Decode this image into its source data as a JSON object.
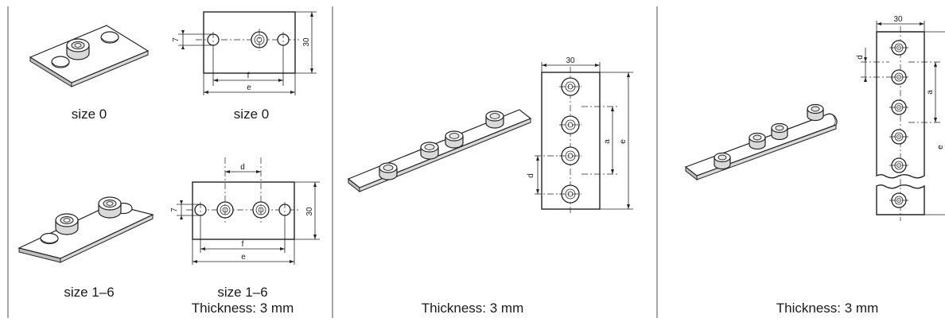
{
  "captions": {
    "p1_iso_top": "size 0",
    "p1_draw_top": "size 0",
    "p1_iso_bottom": "size 1–6",
    "p1_draw_bottom": "size 1–6",
    "p1_thickness": "Thickness: 3 mm",
    "p2_thickness": "Thickness: 3 mm",
    "p3_thickness": "Thickness: 3 mm"
  },
  "dimensions": {
    "hole_diameter": "7",
    "width": "30",
    "f": "f",
    "e": "e",
    "d": "d",
    "a": "a"
  },
  "colors": {
    "line": "#222222",
    "plate_side": "#d9d9d9",
    "plate_front": "#bfbfbf",
    "background": "#ffffff"
  }
}
